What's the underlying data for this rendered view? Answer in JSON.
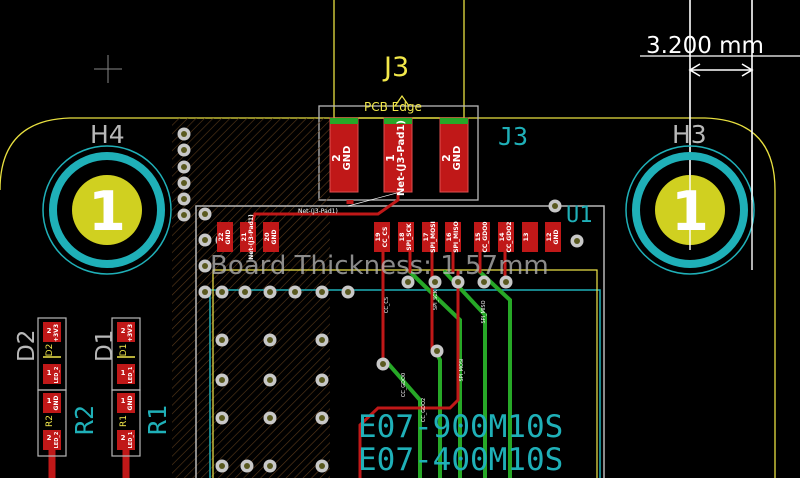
{
  "view": {
    "background": "#000000",
    "colors": {
      "edge_cuts": "#e8e040",
      "copper_front": "#c01818",
      "copper_back": "#27a827",
      "silk_front": "#f2e84a",
      "fab_cyan": "#1fb0b8",
      "via": "#e0e0e0",
      "pad_ring": "#e0e0e0"
    }
  },
  "connector_j3": {
    "silk_ref": "J3",
    "fab_ref": "J3",
    "edge_label": "PCB Edge",
    "pads": [
      {
        "number": "2",
        "net": "GND"
      },
      {
        "number": "1",
        "net": "Net-(J3-Pad1)"
      },
      {
        "number": "2",
        "net": "GND"
      }
    ],
    "trace_label": "Net-(J3-Pad1)"
  },
  "mounting_holes": [
    {
      "ref": "H4",
      "pad": "1"
    },
    {
      "ref": "H3",
      "pad": "1"
    }
  ],
  "dimension": {
    "text": "3.200 mm"
  },
  "module_u1": {
    "ref": "U1",
    "pads": [
      {
        "number": "22",
        "net": "GND"
      },
      {
        "number": "21",
        "net": "Net-(J3-Pad1)"
      },
      {
        "number": "20",
        "net": "GND"
      },
      {
        "number": "19",
        "net": "CC_CS"
      },
      {
        "number": "18",
        "net": "SPI_SCK"
      },
      {
        "number": "17",
        "net": "SPI_MOSI"
      },
      {
        "number": "16",
        "net": "SPI_MISO"
      },
      {
        "number": "15",
        "net": "CC_GDO0"
      },
      {
        "number": "14",
        "net": "CC_GDO2"
      },
      {
        "number": "13",
        "net": ""
      },
      {
        "number": "12",
        "net": "GND"
      }
    ],
    "value_lines": [
      "E07-900M10S",
      "E07-400M10S"
    ],
    "trace_labels": [
      "CC_CS",
      "SPI_SCK",
      "SPI_MOSI",
      "SPI_MISO",
      "CC_GDO0",
      "CC_GDO2"
    ]
  },
  "board_note": "Board Thickness: 1.57mm",
  "leds": [
    {
      "ref": "D2",
      "pad1": "1",
      "net1": "LED_2",
      "pad2": "2",
      "net2": "+3V3"
    },
    {
      "ref": "D1",
      "pad1": "1",
      "net1": "LED_1",
      "pad2": "2",
      "net2": "+3V3"
    }
  ],
  "resistors": [
    {
      "ref": "R2",
      "pad1": "1",
      "net1": "GND",
      "pad2": "2",
      "net2": "LED_2"
    },
    {
      "ref": "R1",
      "pad1": "1",
      "net1": "GND",
      "pad2": "2",
      "net2": "LED_1"
    }
  ]
}
